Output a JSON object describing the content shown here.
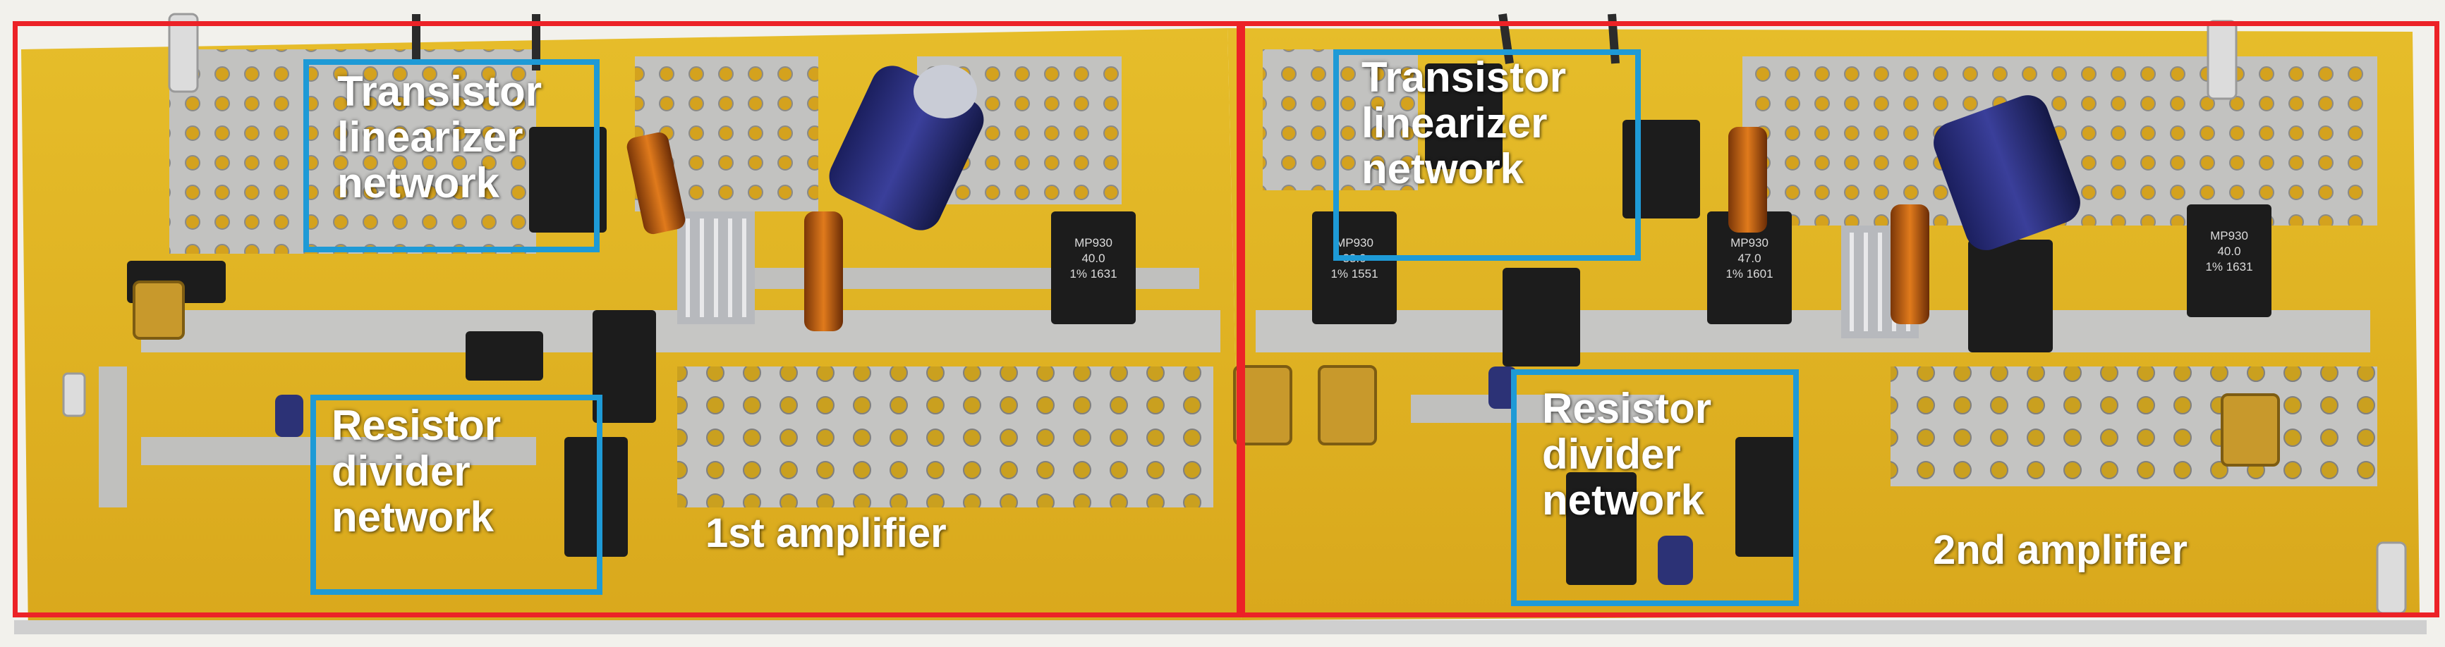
{
  "annotations": {
    "left_linearizer": {
      "lines": [
        "Transistor",
        "linearizer",
        "network"
      ]
    },
    "left_divider": {
      "lines": [
        "Resistor",
        "divider",
        "network"
      ]
    },
    "left_amp": "1st amplifier",
    "right_linearizer": {
      "lines": [
        "Transistor",
        "linearizer",
        "network"
      ]
    },
    "right_divider": {
      "lines": [
        "Resistor",
        "divider",
        "network"
      ]
    },
    "right_amp": "2nd amplifier"
  },
  "component_markings": {
    "resistor_1": [
      "MP930",
      "40.0",
      "1% 1631"
    ],
    "resistor_2": [
      "MP930",
      "33.0",
      "1% 1551"
    ],
    "resistor_3": [
      "MP930",
      "47.0",
      "1% 1601"
    ],
    "resistor_4": [
      "MP930",
      "40.0",
      "1% 1631"
    ]
  },
  "colors": {
    "frame_red": "#ec2227",
    "frame_blue": "#1e9ad6",
    "board_yellow": "#e0b424",
    "copper_silver": "#bcbcbc"
  }
}
